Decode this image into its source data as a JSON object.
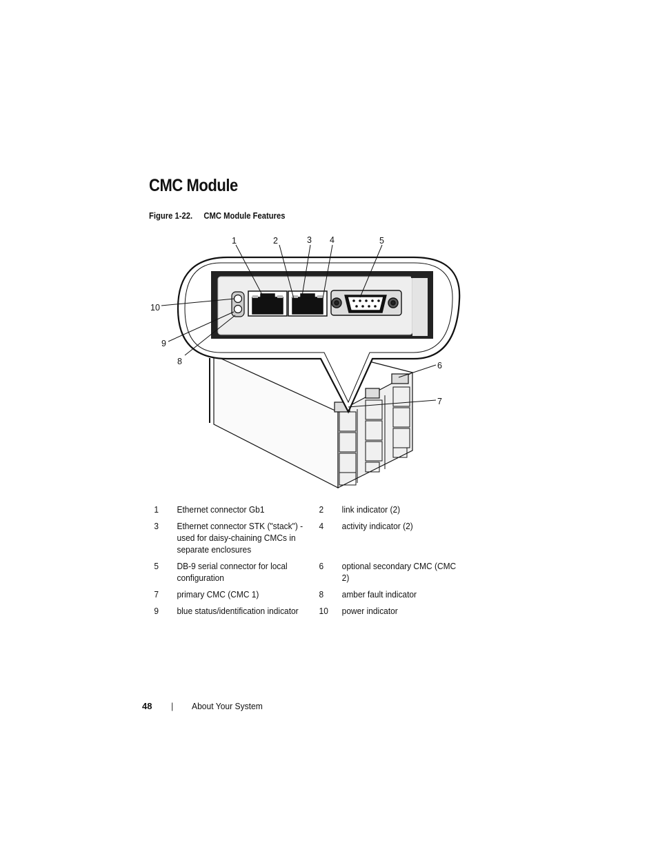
{
  "page": {
    "title": "CMC Module",
    "figure_caption": {
      "label": "Figure 1-22.",
      "text": "CMC Module Features"
    },
    "callouts": [
      "1",
      "2",
      "3",
      "4",
      "5",
      "6",
      "7",
      "8",
      "9",
      "10"
    ],
    "legend_rows": [
      {
        "n1": "1",
        "d1": "Ethernet connector Gb1",
        "n2": "2",
        "d2": "link indicator (2)"
      },
      {
        "n1": "3",
        "d1": "Ethernet connector STK (\"stack\") - used for daisy-chaining CMCs in separate enclosures",
        "n2": "4",
        "d2": "activity indicator (2)"
      },
      {
        "n1": "5",
        "d1": "DB-9 serial connector for local configuration",
        "n2": "6",
        "d2": "optional secondary CMC (CMC 2)"
      },
      {
        "n1": "7",
        "d1": "primary CMC (CMC 1)",
        "n2": "8",
        "d2": "amber fault indicator"
      },
      {
        "n1": "9",
        "d1": "blue status/identification indicator",
        "n2": "10",
        "d2": "power indicator"
      }
    ],
    "footer": {
      "page_number": "48",
      "separator": "|",
      "section": "About Your System"
    }
  }
}
